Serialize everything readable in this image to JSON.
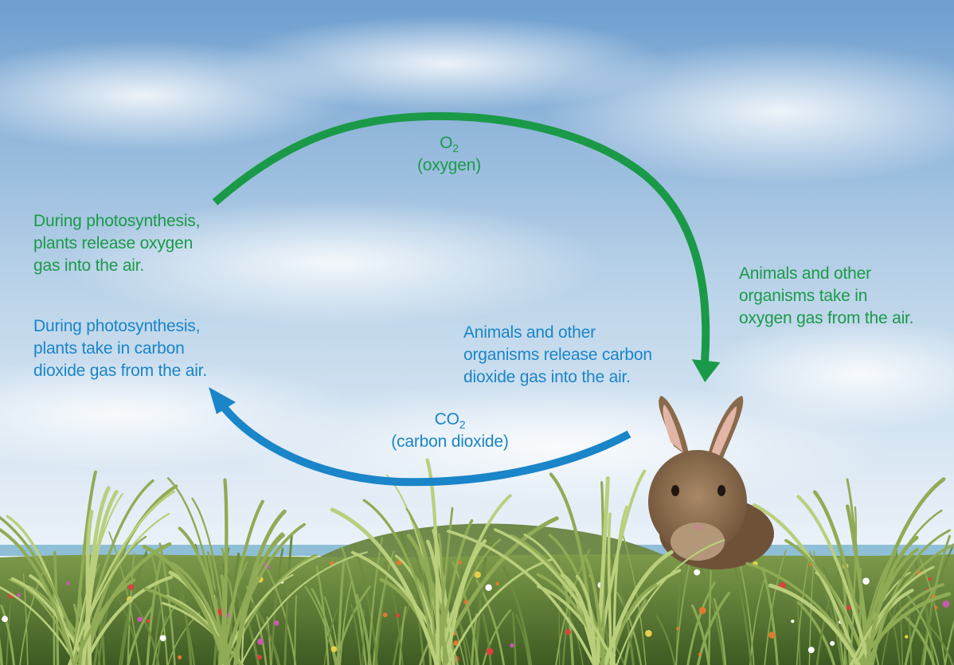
{
  "colors": {
    "oxygen": "#1a9a48",
    "carbon_dioxide": "#1a85c8",
    "sky_top": "#6f9fcf",
    "sky_mid": "#bdd5ea",
    "sky_horizon": "#eef4fa",
    "grass": "#5f7d34",
    "rabbit": "#8c6c4d"
  },
  "oxygen_arrow": {
    "symbol": "O",
    "subscript": "2",
    "name": "(oxygen)"
  },
  "carbon_dioxide_arrow": {
    "symbol": "CO",
    "subscript": "2",
    "name": "(carbon dioxide)"
  },
  "plants_release": {
    "lines": [
      "During photosynthesis,",
      "plants release oxygen",
      "gas into the air."
    ]
  },
  "plants_take_in": {
    "lines": [
      "During photosynthesis,",
      "plants take in carbon",
      "dioxide gas from the air."
    ]
  },
  "animals_release": {
    "lines": [
      "Animals and other",
      "organisms release carbon",
      "dioxide gas into the air."
    ]
  },
  "animals_take_in": {
    "lines": [
      "Animals and other",
      "organisms take in",
      "oxygen gas from the air."
    ]
  }
}
